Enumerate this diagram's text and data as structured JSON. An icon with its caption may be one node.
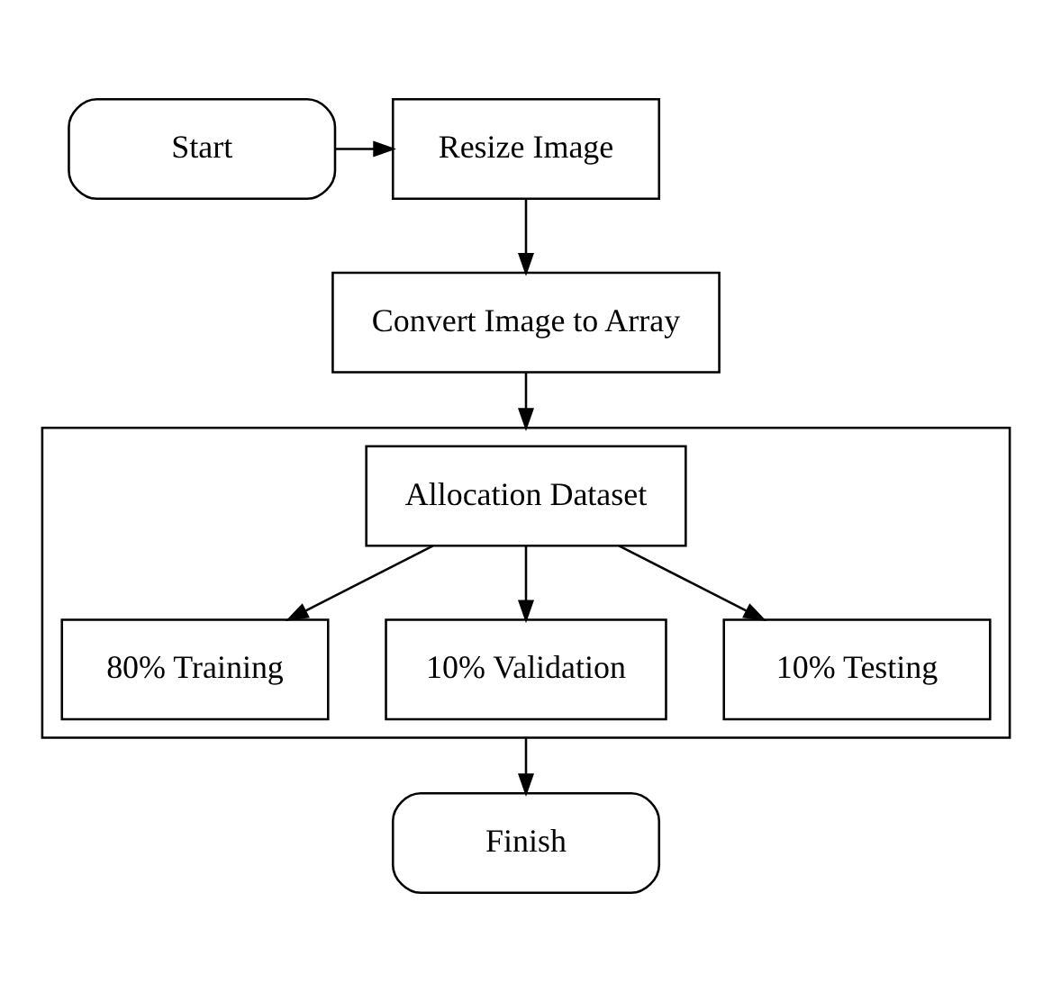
{
  "diagram": {
    "nodes": [
      {
        "text": [
          "Start"
        ]
      },
      {
        "text": [
          "Resize Image"
        ]
      },
      {
        "text": [
          "Convert Image to Array"
        ]
      },
      {
        "text": [],
        "shape": "box"
      },
      {
        "text": [
          "Allocation Dataset"
        ],
        "in": 3
      },
      {
        "text": [
          "80% Training"
        ],
        "in": 3
      },
      {
        "text": [
          "10% Validation"
        ],
        "in": 3
      },
      {
        "text": [
          "10% Testing"
        ],
        "in": 3
      },
      {
        "text": [
          "Finish"
        ]
      }
    ],
    "edges": [
      {
        "from": 0,
        "to": 1,
        "arrow": "to"
      },
      {
        "from": 1,
        "to": 2,
        "arrow": "to"
      },
      {
        "from": 2,
        "to": 3,
        "arrow": "to"
      },
      {
        "from": 4,
        "to": 5,
        "arrow": "to"
      },
      {
        "from": 4,
        "to": 6,
        "arrow": "to"
      },
      {
        "from": 4,
        "to": 7,
        "arrow": "to"
      },
      {
        "from": 3,
        "to": 8,
        "arrow": "to"
      }
    ]
  }
}
